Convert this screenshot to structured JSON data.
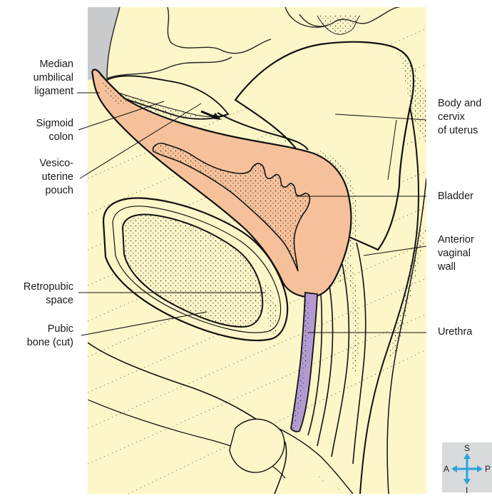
{
  "labels": {
    "median_umbilical_ligament": [
      "Median",
      "umbilical",
      "ligament"
    ],
    "sigmoid_colon": [
      "Sigmoid",
      "colon"
    ],
    "vesicouterine_pouch": [
      "Vesico-",
      "uterine",
      "pouch"
    ],
    "retropubic_space": [
      "Retropubic",
      "space"
    ],
    "pubic_bone": [
      "Pubic",
      "bone (cut)"
    ],
    "body_cervix_uterus": [
      "Body and",
      "cervix",
      "of uterus"
    ],
    "bladder": [
      "Bladder"
    ],
    "anterior_vaginal_wall": [
      "Anterior",
      "vaginal",
      "wall"
    ],
    "urethra": [
      "Urethra"
    ]
  },
  "compass": {
    "superior": "S",
    "anterior": "A",
    "posterior": "P",
    "inferior": "I"
  },
  "colors": {
    "tissue": "#fdf6c8",
    "bladder": "#f6c19a",
    "urethra": "#b39bd2",
    "outline": "#111111",
    "peritoneum_grey": "#c9cacc",
    "compass_bg": "#d9dadc",
    "compass_arrow": "#2aa4dc"
  }
}
